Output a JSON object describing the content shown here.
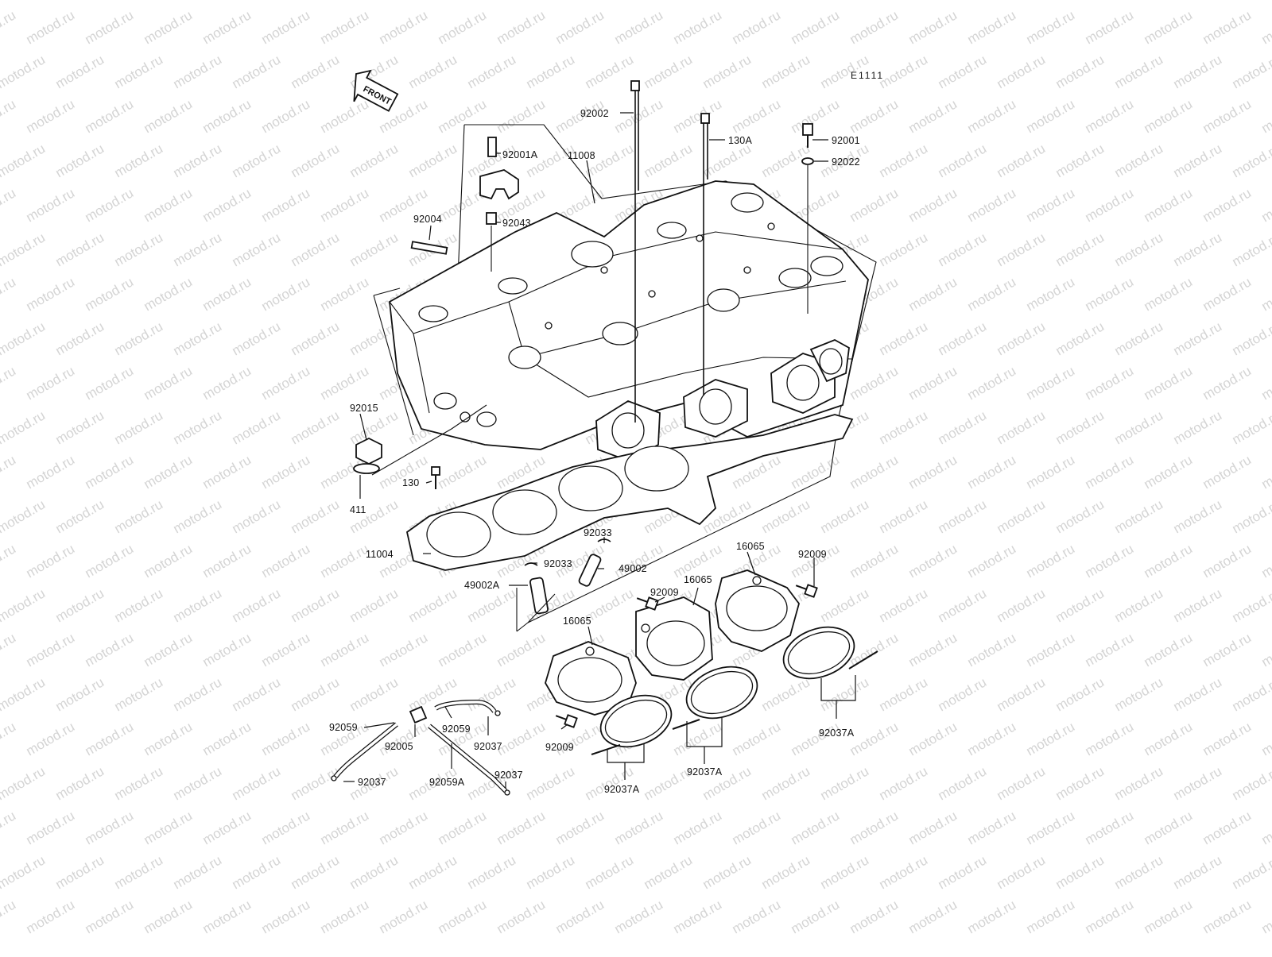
{
  "diagram": {
    "code": "E1111",
    "front_badge": "FRONT",
    "watermark": "motod.ru",
    "callouts": [
      {
        "id": "92002",
        "text": "92002"
      },
      {
        "id": "130A",
        "text": "130A"
      },
      {
        "id": "92001",
        "text": "92001"
      },
      {
        "id": "92022",
        "text": "92022"
      },
      {
        "id": "92001A",
        "text": "92001A"
      },
      {
        "id": "11008",
        "text": "11008"
      },
      {
        "id": "92004",
        "text": "92004"
      },
      {
        "id": "92043",
        "text": "92043"
      },
      {
        "id": "92015",
        "text": "92015"
      },
      {
        "id": "130",
        "text": "130"
      },
      {
        "id": "411",
        "text": "411"
      },
      {
        "id": "11004",
        "text": "11004"
      },
      {
        "id": "92033-upper",
        "text": "92033"
      },
      {
        "id": "92033-lower",
        "text": "92033"
      },
      {
        "id": "49002",
        "text": "49002"
      },
      {
        "id": "49002A",
        "text": "49002A"
      },
      {
        "id": "16065-right",
        "text": "16065"
      },
      {
        "id": "16065-middle",
        "text": "16065"
      },
      {
        "id": "16065-left",
        "text": "16065"
      },
      {
        "id": "92009-right",
        "text": "92009"
      },
      {
        "id": "92009-middle",
        "text": "92009"
      },
      {
        "id": "92009-left",
        "text": "92009"
      },
      {
        "id": "92037A-right",
        "text": "92037A"
      },
      {
        "id": "92037A-middle",
        "text": "92037A"
      },
      {
        "id": "92037A-left",
        "text": "92037A"
      },
      {
        "id": "92059",
        "text": "92059"
      },
      {
        "id": "92005",
        "text": "92005"
      },
      {
        "id": "92059-center",
        "text": "92059"
      },
      {
        "id": "92037-a",
        "text": "92037"
      },
      {
        "id": "92037-b",
        "text": "92037"
      },
      {
        "id": "92037-c",
        "text": "92037"
      },
      {
        "id": "92059A",
        "text": "92059A"
      }
    ]
  }
}
